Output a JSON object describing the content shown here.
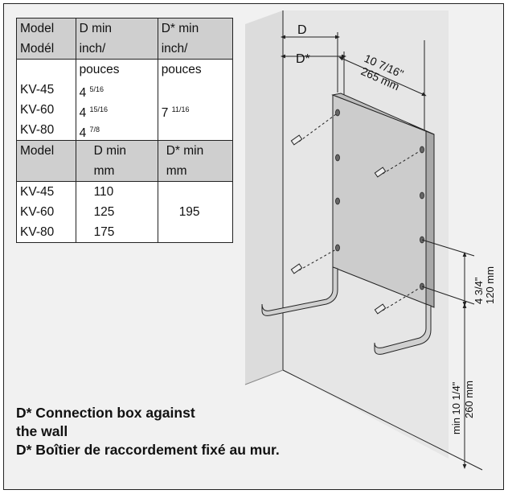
{
  "table_inch": {
    "header": [
      "Model\nModél",
      "D min\ninch/",
      "D* min\ninch/"
    ],
    "units_row": [
      "",
      "pouces",
      "pouces"
    ],
    "rows": [
      {
        "model": "KV-45",
        "d_whole": "4",
        "d_frac": "5/16"
      },
      {
        "model": "KV-60",
        "d_whole": "4",
        "d_frac": "15/16"
      },
      {
        "model": "KV-80",
        "d_whole": "4",
        "d_frac": "7/8"
      }
    ],
    "dstar_whole": "7",
    "dstar_frac": "11/16"
  },
  "table_mm": {
    "header": [
      "Model",
      "D min\nmm",
      "D* min\nmm"
    ],
    "rows": [
      {
        "model": "KV-45",
        "d": "110"
      },
      {
        "model": "KV-60",
        "d": "125"
      },
      {
        "model": "KV-80",
        "d": "175"
      }
    ],
    "dstar": "195"
  },
  "diagram": {
    "label_d": "D",
    "label_dstar": "D*",
    "width_inch": "10 7/16\"",
    "width_mm": "265 mm",
    "spacing_inch": "4 3/4\"",
    "spacing_mm": "120 mm",
    "height_inch": "min 10 1/4\"",
    "height_mm": "260 mm"
  },
  "note": {
    "line1": "D* Connection box  against",
    "line2": "the wall",
    "line3": "D* Boîtier de raccordement fixé au mur."
  },
  "colors": {
    "frame_bg": "#f1f1f1",
    "table_header": "#cfcfcf",
    "panel": "#cccccc",
    "wall": "#e6e6e6"
  }
}
